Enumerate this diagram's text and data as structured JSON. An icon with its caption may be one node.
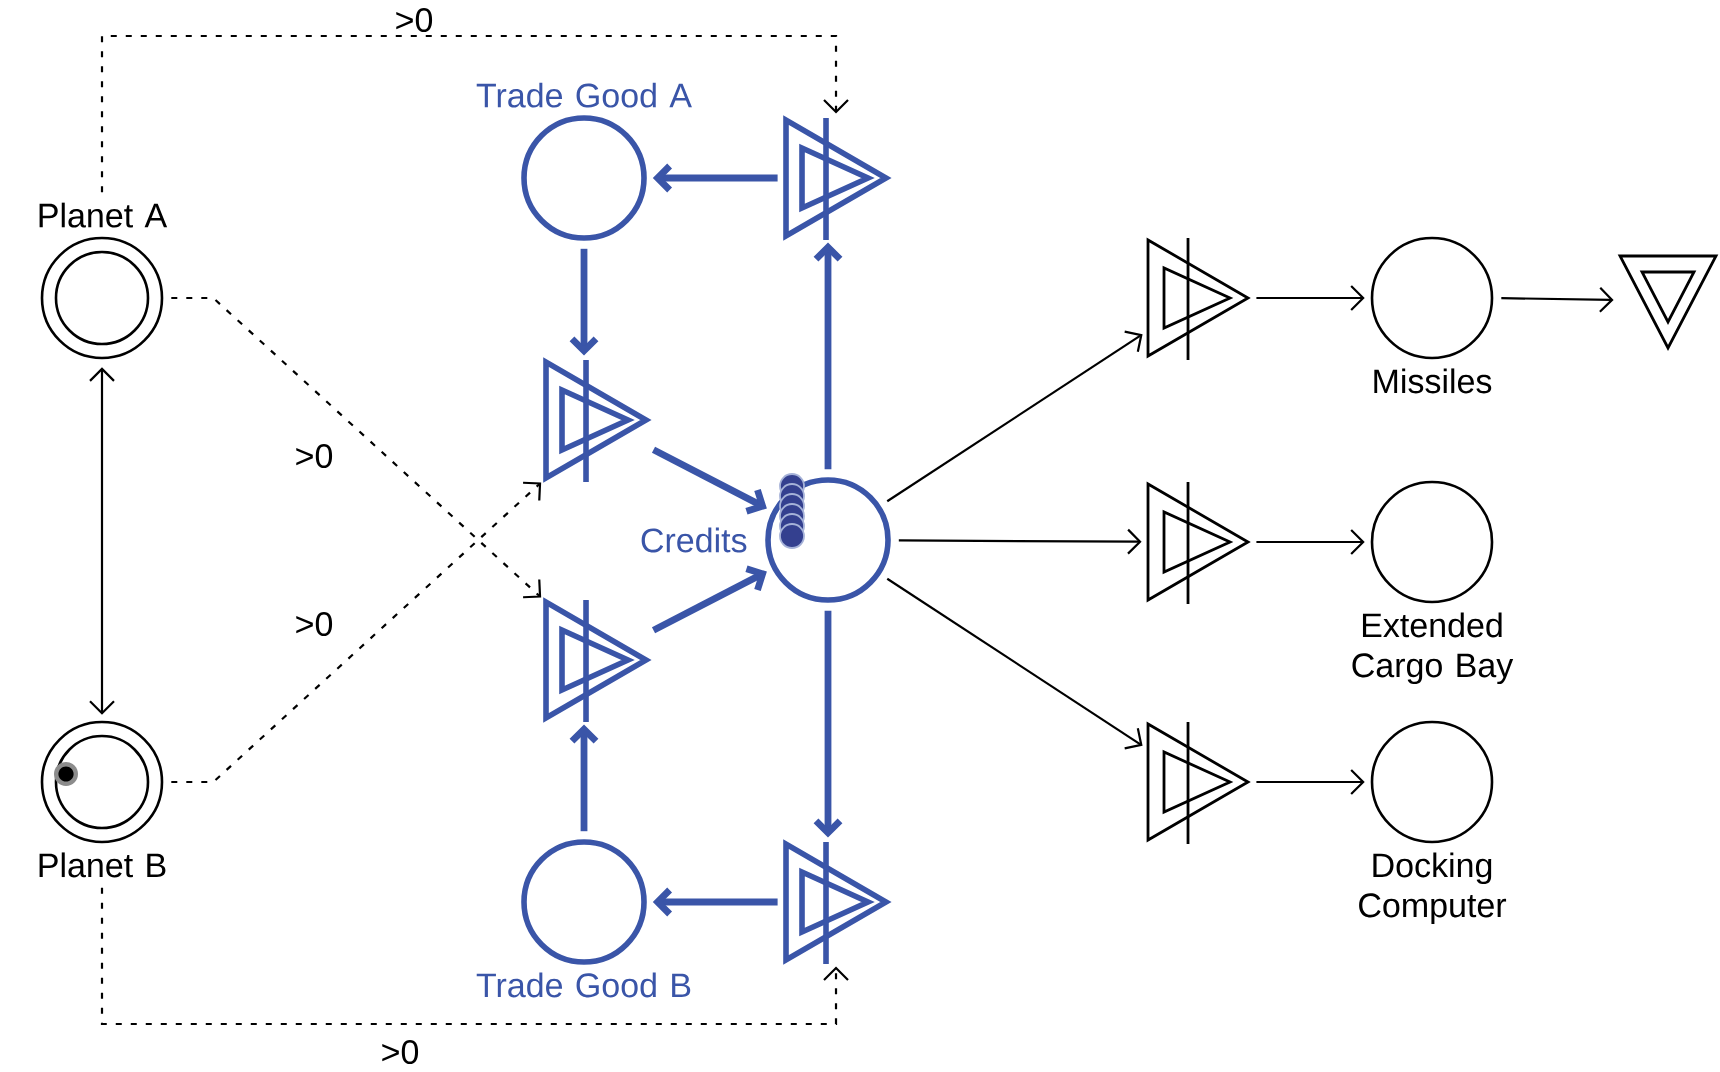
{
  "diagram": {
    "nodes": [
      {
        "text": [
          "Planet A"
        ]
      },
      {
        "text": [
          "Planet B"
        ]
      },
      {
        "text": [
          "Trade Good A"
        ]
      },
      {
        "text": [],
        "shape": "triangle"
      },
      {
        "text": [],
        "shape": "triangle"
      },
      {
        "text": [
          "Credits"
        ]
      },
      {
        "text": [],
        "shape": "triangle"
      },
      {
        "text": [
          "Trade Good B"
        ]
      },
      {
        "text": [],
        "shape": "triangle"
      },
      {
        "text": [],
        "shape": "triangle"
      },
      {
        "text": [],
        "shape": "triangle"
      },
      {
        "text": [],
        "shape": "triangle"
      },
      {
        "text": [
          "Missiles"
        ]
      },
      {
        "text": [
          "Extended Cargo Bay"
        ]
      },
      {
        "text": [
          "Docking Computer"
        ]
      },
      {
        "text": [],
        "shape": "triangle"
      }
    ],
    "edges": [
      {
        "from": 0,
        "to": 1,
        "arrow": "both"
      },
      {
        "from": 0,
        "to": 3,
        "arrow": "to",
        "label": ">0",
        "style": "dashed"
      },
      {
        "from": 0,
        "to": 6,
        "arrow": "to",
        "label": ">0",
        "style": "dashed"
      },
      {
        "from": 1,
        "to": 4,
        "arrow": "to",
        "label": ">0",
        "style": "dashed"
      },
      {
        "from": 1,
        "to": 8,
        "arrow": "to",
        "label": ">0",
        "style": "dashed"
      },
      {
        "from": 3,
        "to": 2,
        "arrow": "to",
        "style": "thick",
        "color": "#3a55a8"
      },
      {
        "from": 2,
        "to": 4,
        "arrow": "to",
        "style": "thick",
        "color": "#3a55a8"
      },
      {
        "from": 4,
        "to": 5,
        "arrow": "to",
        "style": "thick",
        "color": "#3a55a8"
      },
      {
        "from": 5,
        "to": 3,
        "arrow": "to",
        "style": "thick",
        "color": "#3a55a8"
      },
      {
        "from": 5,
        "to": 8,
        "arrow": "to",
        "style": "thick",
        "color": "#3a55a8"
      },
      {
        "from": 8,
        "to": 7,
        "arrow": "to",
        "style": "thick",
        "color": "#3a55a8"
      },
      {
        "from": 7,
        "to": 6,
        "arrow": "to",
        "style": "thick",
        "color": "#3a55a8"
      },
      {
        "from": 6,
        "to": 5,
        "arrow": "to",
        "style": "thick",
        "color": "#3a55a8"
      },
      {
        "from": 5,
        "to": 9,
        "arrow": "to"
      },
      {
        "from": 5,
        "to": 10,
        "arrow": "to"
      },
      {
        "from": 5,
        "to": 11,
        "arrow": "to"
      },
      {
        "from": 9,
        "to": 12,
        "arrow": "to"
      },
      {
        "from": 10,
        "to": 13,
        "arrow": "to"
      },
      {
        "from": 11,
        "to": 14,
        "arrow": "to"
      },
      {
        "from": 12,
        "to": 15,
        "arrow": "to"
      }
    ]
  }
}
